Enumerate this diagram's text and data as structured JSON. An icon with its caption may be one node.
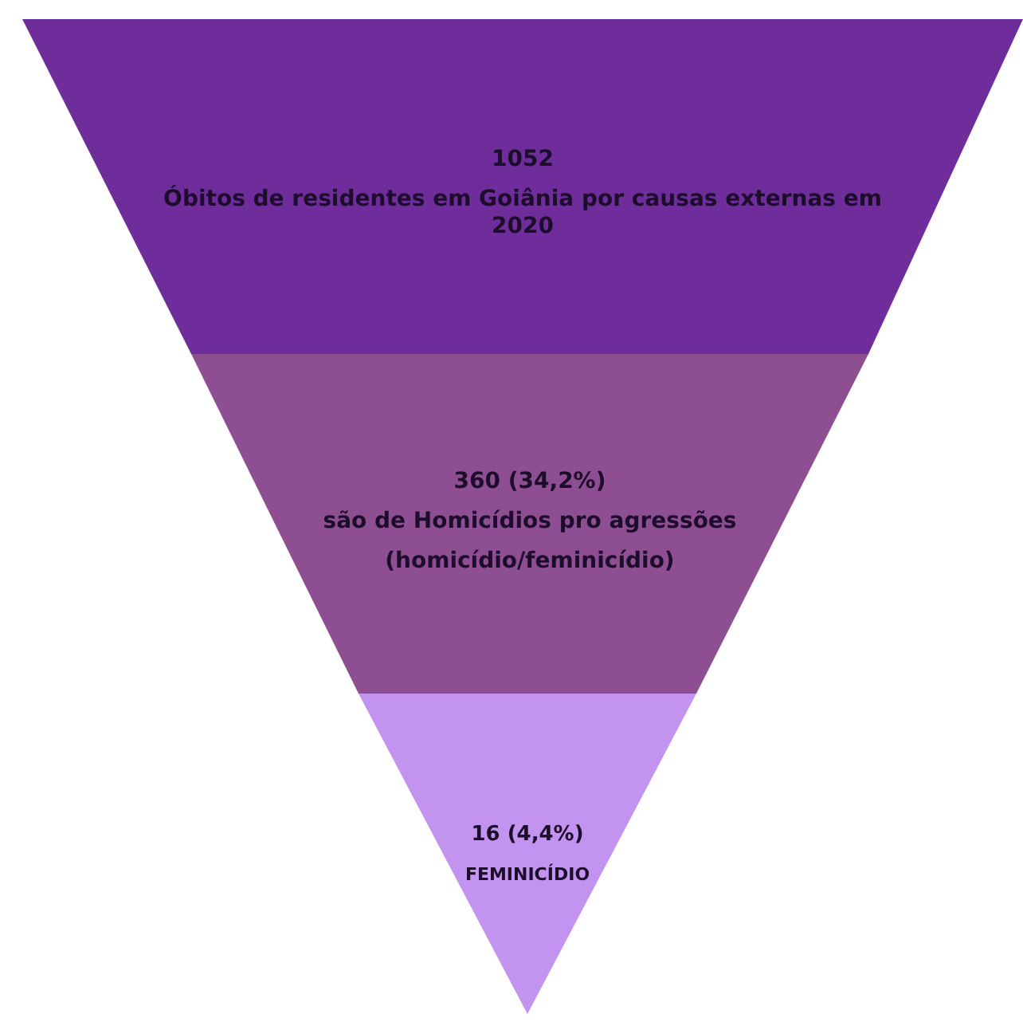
{
  "diagram": {
    "nodes": [
      {
        "text": [
          "1052",
          "Óbitos de residentes em Goiânia por causas externas em 2020"
        ]
      },
      {
        "text": [
          "360 (34,2%)",
          "são de Homicídios pro agressões",
          "(homicídio/feminicídio)"
        ]
      },
      {
        "text": [
          "16  (4,4%)",
          "FEMINICÍDIO"
        ]
      }
    ]
  }
}
